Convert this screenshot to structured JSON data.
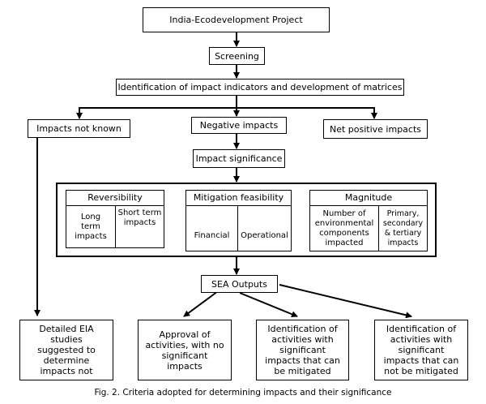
{
  "nodes": {
    "project": "India-Ecodevelopment Project",
    "screening": "Screening",
    "identification": "Identification of impact indicators and development of matrices",
    "not_known": "Impacts not known",
    "negative": "Negative impacts",
    "net_positive": "Net positive impacts",
    "significance": "Impact significance",
    "sea_outputs": "SEA Outputs"
  },
  "criteria": {
    "reversibility": {
      "title": "Reversibility",
      "long_term": "Long term impacts",
      "short_term": "Short term impacts"
    },
    "mitigation": {
      "title": "Mitigation feasibility",
      "financial": "Financial",
      "operational": "Operational"
    },
    "magnitude": {
      "title": "Magnitude",
      "components": "Number of environmental components impacted",
      "primary": "Primary, secondary & tertiary impacts"
    }
  },
  "outputs": {
    "eia": "Detailed EIA studies suggested to determine impacts not",
    "approval": "Approval of activities, with no significant impacts",
    "mitigable": "Identification of activities with significant impacts that can be mitigated",
    "not_mitigable": "Identification of activities with significant impacts that can not be mitigated"
  },
  "caption": "Fig. 2.  Criteria adopted for determining impacts and their significance"
}
